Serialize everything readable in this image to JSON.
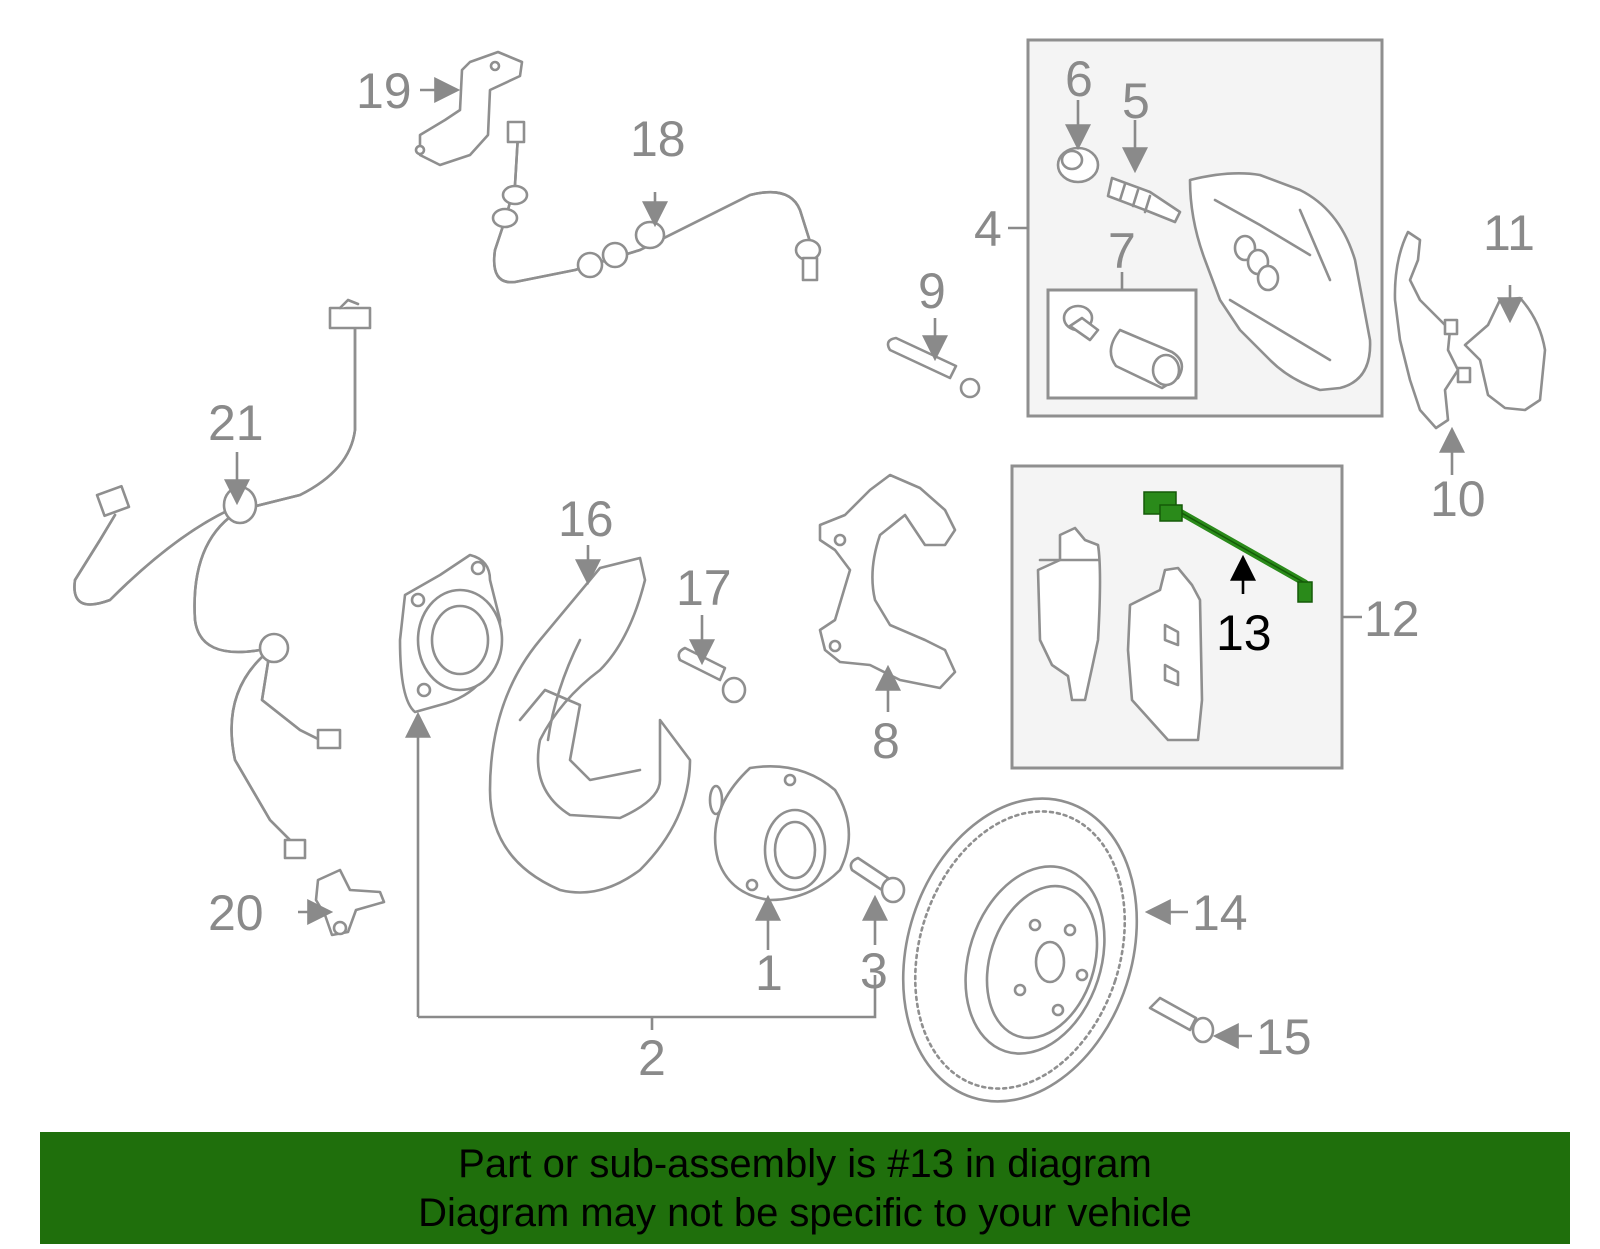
{
  "callouts": {
    "c1": "1",
    "c2": "2",
    "c3": "3",
    "c4": "4",
    "c5": "5",
    "c6": "6",
    "c7": "7",
    "c8": "8",
    "c9": "9",
    "c10": "10",
    "c11": "11",
    "c12": "12",
    "c13": "13",
    "c14": "14",
    "c15": "15",
    "c16": "16",
    "c17": "17",
    "c18": "18",
    "c19": "19",
    "c20": "20",
    "c21": "21"
  },
  "highlight": {
    "part": "13",
    "color": "#2a8a1a"
  },
  "colors": {
    "banner": "#1f6f0c",
    "line": "#8f8f8f",
    "box_fill": "#f4f4f4"
  },
  "banner": {
    "line1": "Part or sub-assembly is #13 in diagram",
    "line2": "Diagram may not be specific to your vehicle"
  }
}
